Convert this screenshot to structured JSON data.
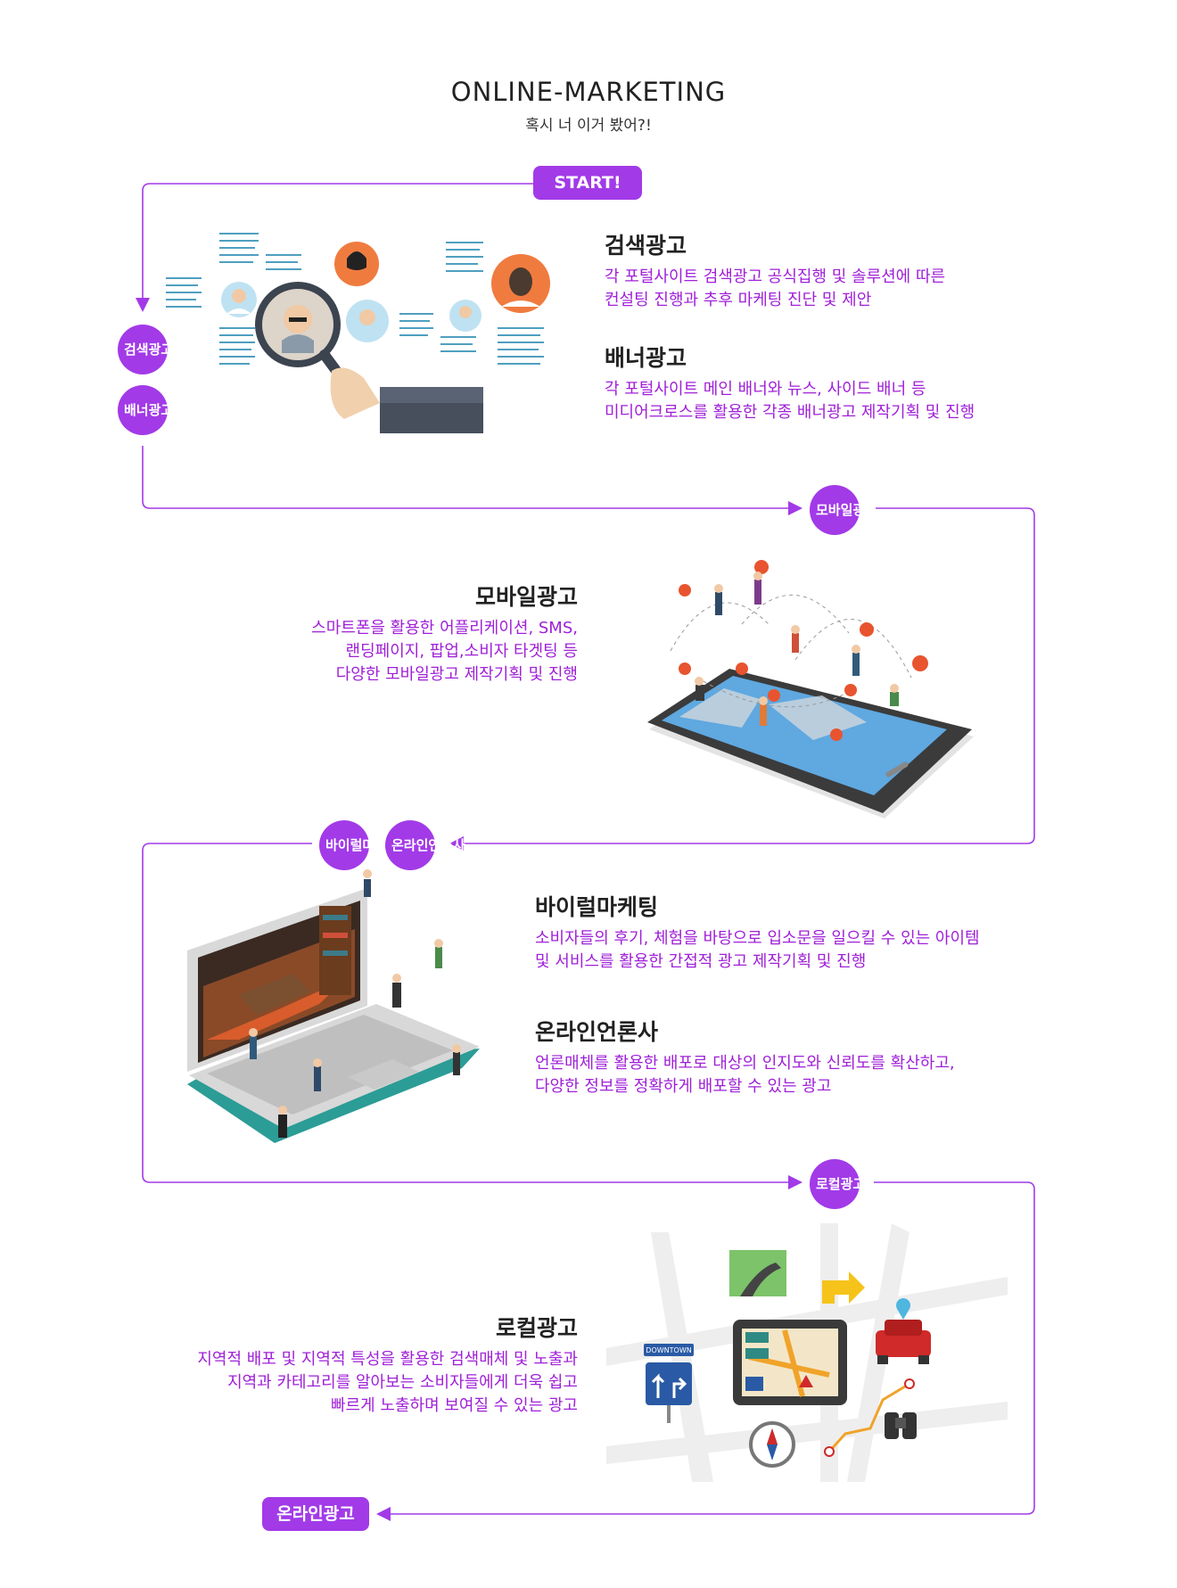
{
  "header": {
    "title": "ONLINE-MARKETING",
    "subtitle": "혹시 너 이거 봤어?!"
  },
  "start_label": "START!",
  "end_label": "온라인광고",
  "badges": {
    "search": "검색광고",
    "banner": "배너광고",
    "mobile": "모바일광고",
    "viral": "바이럴마케팅",
    "press": "온라인언론사",
    "local": "로컬광고"
  },
  "sections": {
    "search": {
      "title": "검색광고",
      "desc": "각 포털사이트 검색광고 공식집행 및 솔루션에 따른\n컨설팅 진행과 추후 마케팅 진단 및 제안"
    },
    "banner": {
      "title": "배너광고",
      "desc": "각 포털사이트 메인 배너와 뉴스, 사이드 배너 등\n미디어크로스를 활용한 각종 배너광고 제작기획 및 진행"
    },
    "mobile": {
      "title": "모바일광고",
      "desc": "스마트폰을 활용한 어플리케이션, SMS,\n랜딩페이지, 팝업,소비자 타겟팅 등\n다양한 모바일광고 제작기획 및 진행"
    },
    "viral": {
      "title": "바이럴마케팅",
      "desc": "소비자들의 후기, 체험을 바탕으로 입소문을 일으킬 수 있는 아이템\n및 서비스를 활용한 간접적 광고 제작기획 및 진행"
    },
    "press": {
      "title": "온라인언론사",
      "desc": "언론매체를 활용한 배포로 대상의 인지도와 신뢰도를 확산하고,\n다양한 정보를 정확하게 배포할 수 있는 광고"
    },
    "local": {
      "title": "로컬광고",
      "desc": "지역적 배포 및 지역적 특성을 활용한 검색매체 및 노출과\n지역과 카테고리를 알아보는 소비자들에게 더욱 쉽고\n빠르게 노출하며 보여질 수 있는 광고"
    }
  },
  "illustration_text": {
    "road_sign": "DOWNTOWN"
  },
  "colors": {
    "accent": "#a23ae8",
    "desc_text": "#a020d8",
    "line": "#a23ae8"
  }
}
